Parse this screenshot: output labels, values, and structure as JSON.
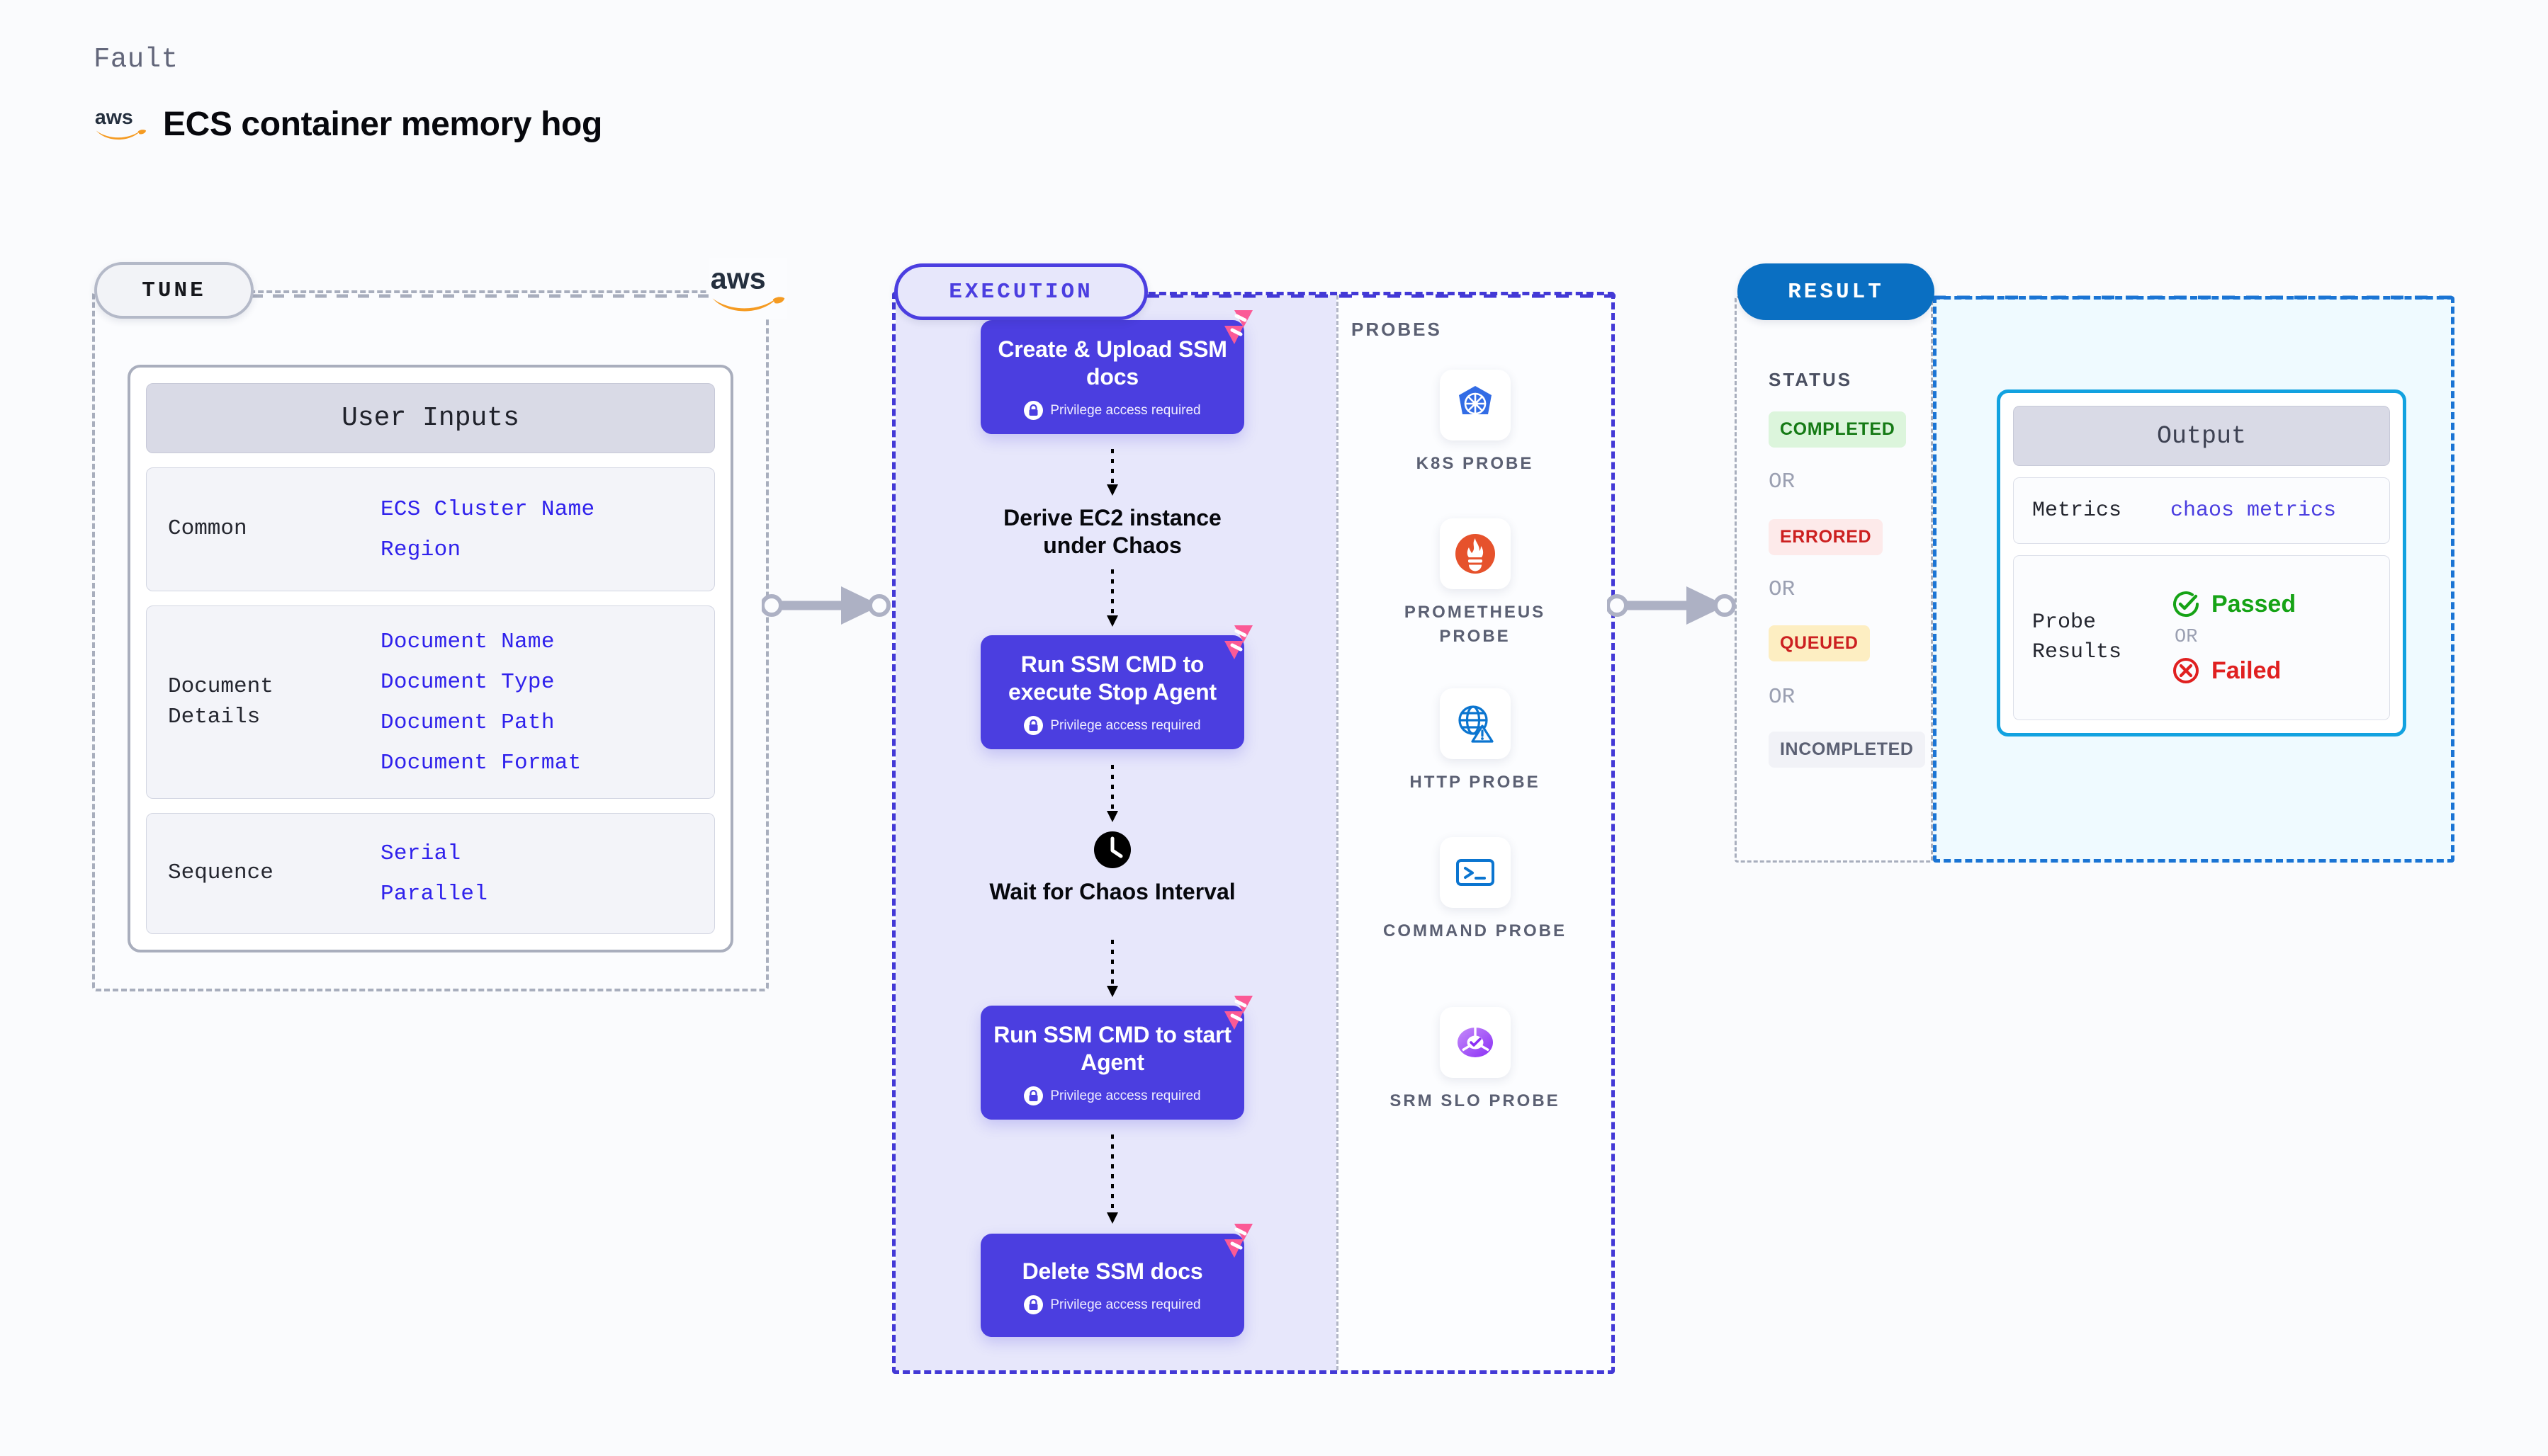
{
  "header": {
    "eyebrow": "Fault",
    "title": "ECS container memory hog",
    "logo_icon": "aws-logo"
  },
  "tune": {
    "badge": "TUNE",
    "brand_icon": "aws-logo",
    "card_title": "User Inputs",
    "groups": [
      {
        "label": "Common",
        "values": [
          "ECS Cluster Name",
          "Region"
        ]
      },
      {
        "label": "Document\nDetails",
        "values": [
          "Document Name",
          "Document Type",
          "Document Path",
          "Document Format"
        ]
      },
      {
        "label": "Sequence",
        "values": [
          "Serial",
          "Parallel"
        ]
      }
    ]
  },
  "execution": {
    "badge": "EXECUTION",
    "privilege_note": "Privilege access required",
    "steps": [
      {
        "type": "box",
        "title": "Create & Upload SSM docs",
        "privileged": true,
        "ribbon": true
      },
      {
        "type": "plain",
        "title": "Derive EC2 instance under Chaos",
        "icon": "none"
      },
      {
        "type": "box",
        "title": "Run SSM CMD to execute Stop Agent",
        "privileged": true,
        "ribbon": true
      },
      {
        "type": "plain",
        "title": "Wait for Chaos Interval",
        "icon": "clock-icon"
      },
      {
        "type": "box",
        "title": "Run SSM CMD to start Agent",
        "privileged": true,
        "ribbon": true
      },
      {
        "type": "box",
        "title": "Delete SSM docs",
        "privileged": true,
        "ribbon": true
      }
    ]
  },
  "probes": {
    "label": "PROBES",
    "items": [
      {
        "name": "K8S PROBE",
        "icon": "kubernetes-icon"
      },
      {
        "name": "PROMETHEUS PROBE",
        "icon": "prometheus-icon"
      },
      {
        "name": "HTTP PROBE",
        "icon": "http-globe-icon"
      },
      {
        "name": "COMMAND PROBE",
        "icon": "terminal-icon"
      },
      {
        "name": "SRM SLO PROBE",
        "icon": "srm-slo-icon"
      }
    ]
  },
  "result": {
    "badge": "RESULT",
    "status_label": "STATUS",
    "or_text": "OR",
    "statuses": [
      {
        "text": "COMPLETED",
        "bg": "#dcf5dc",
        "fg": "#157a15"
      },
      {
        "text": "ERRORED",
        "bg": "#fdeaea",
        "fg": "#cc2020"
      },
      {
        "text": "QUEUED",
        "bg": "#fdeec2",
        "fg": "#cc2020"
      },
      {
        "text": "INCOMPLETED",
        "bg": "#f1f2f7",
        "fg": "#5b6073"
      }
    ],
    "output": {
      "title": "Output",
      "metrics_label": "Metrics",
      "metrics_value": "chaos metrics",
      "probe_results_label": "Probe\nResults",
      "passed_text": "Passed",
      "failed_text": "Failed",
      "or_text": "OR"
    }
  },
  "colors": {
    "accent_purple": "#4b3ee0",
    "accent_blue": "#0a6fc2",
    "output_border": "#12a2e0",
    "ribbon_pink": "#fb5a96",
    "aws_orange": "#f59b22",
    "pass_green": "#16a316",
    "fail_red": "#e02020"
  }
}
